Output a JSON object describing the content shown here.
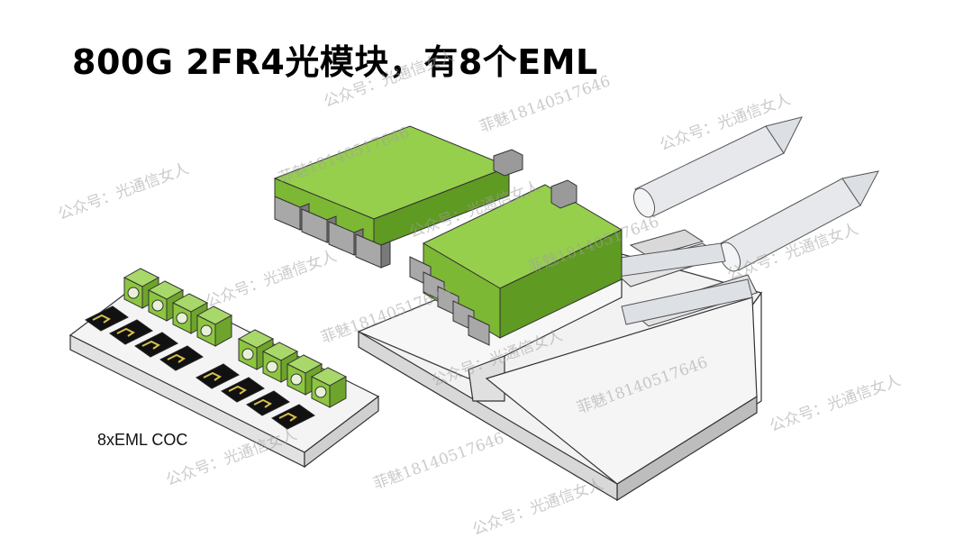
{
  "title": "800G 2FR4光模块，有8个EML",
  "coc_label": "8xEML COC",
  "watermarks": {
    "account": "公众号：光通信女人",
    "contact": "菲魅18140517646"
  },
  "colors": {
    "green": "#8cc63f",
    "gray_block": "#9a9a9a",
    "base": "#f0f0f0"
  }
}
